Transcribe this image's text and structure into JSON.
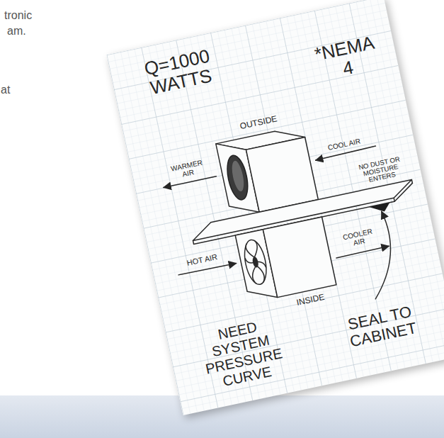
{
  "diagram": {
    "nodes": [
      {
        "text": [
          "OUTSIDE"
        ]
      },
      {
        "text": [
          "INSIDE"
        ]
      }
    ],
    "labels": [
      "tronic",
      "am.",
      "at",
      "Q=1000 WATTS",
      "*NEMA 4",
      "WARMER AIR",
      "COOL AIR",
      "HOT AIR",
      "NO DUST OR MOISTURE ENTERS",
      "COOLER AIR",
      "NEED SYSTEM PRESSURE CURVE",
      "SEAL TO CABINET"
    ]
  }
}
